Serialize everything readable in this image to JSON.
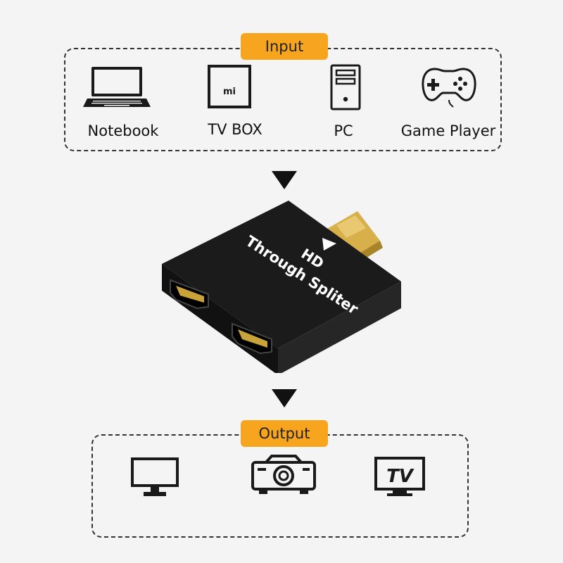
{
  "input": {
    "badge": "Input",
    "items": [
      {
        "label": "Notebook",
        "icon": "laptop-icon"
      },
      {
        "label": "TV BOX",
        "icon": "tv-box-icon",
        "logo": "mi"
      },
      {
        "label": "PC",
        "icon": "pc-tower-icon"
      },
      {
        "label": "Game Player",
        "icon": "gamepad-icon"
      }
    ]
  },
  "device": {
    "title": "HD",
    "subtitle": "Through Spliter",
    "colors": {
      "body": "#1b1b1b",
      "connector": "#d7b04a"
    }
  },
  "output": {
    "badge": "Output",
    "items": [
      {
        "icon": "monitor-icon"
      },
      {
        "icon": "projector-icon"
      },
      {
        "icon": "tv-icon",
        "text": "TV"
      }
    ]
  },
  "colors": {
    "accent": "#f7a51f",
    "line": "#333333",
    "background": "#f4f4f4"
  }
}
